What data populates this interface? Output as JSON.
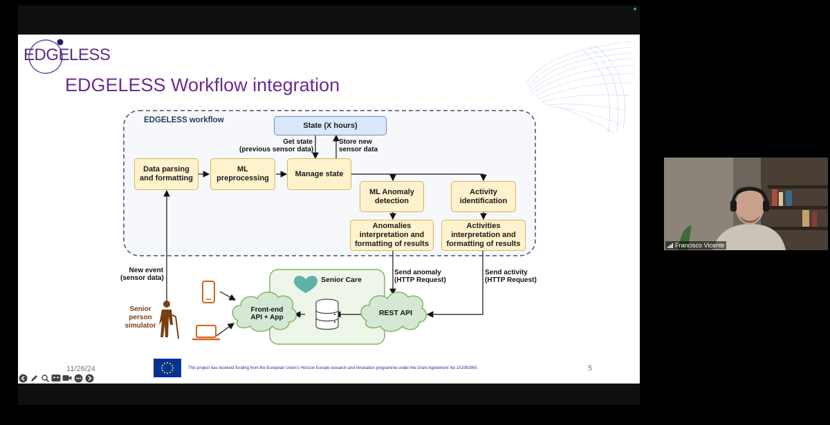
{
  "slide": {
    "logo_text": "EDGELESS",
    "title": "EDGELESS Workflow integration",
    "date": "11/26/24",
    "page_number": "5",
    "funding_text": "This project has received funding from the European Union's Horizon Europe research and innovation programme under the Grant Agreement No 101092950."
  },
  "diagram": {
    "workflow_label": "EDGELESS workflow",
    "state": "State (X hours)",
    "get_state": [
      "Get state",
      "(previous sensor data)"
    ],
    "store_state": [
      "Store new",
      "sensor data"
    ],
    "data_parsing": [
      "Data parsing",
      "and formatting"
    ],
    "ml_pre": [
      "ML",
      "preprocessing"
    ],
    "manage_state": "Manage state",
    "ml_anomaly": [
      "ML Anomaly",
      "detection"
    ],
    "activity_id": [
      "Activity",
      "identification"
    ],
    "anomalies_interp": [
      "Anomalies",
      "interpretation and",
      "formatting of results"
    ],
    "activities_interp": [
      "Activities",
      "interpretation and",
      "formatting of results"
    ],
    "new_event": [
      "New event",
      "(sensor data)"
    ],
    "send_anomaly": [
      "Send anomaly",
      "(HTTP Request)"
    ],
    "send_activity": [
      "Send activity",
      "(HTTP Request)"
    ],
    "senior_care": "Senior Care",
    "frontend": [
      "Front-end",
      "API + App"
    ],
    "rest_api": "REST API",
    "senior_sim": [
      "Senior",
      "person",
      "simulator"
    ]
  },
  "participant": {
    "name": "Francisco Vicente"
  },
  "colors": {
    "title_purple": "#6a2c91",
    "box_fill": "#fff2cc",
    "box_border": "#d6b656",
    "state_fill": "#dae8fc",
    "cloud_fill": "#d5e8d4",
    "senior_brown": "#7a3e12"
  }
}
